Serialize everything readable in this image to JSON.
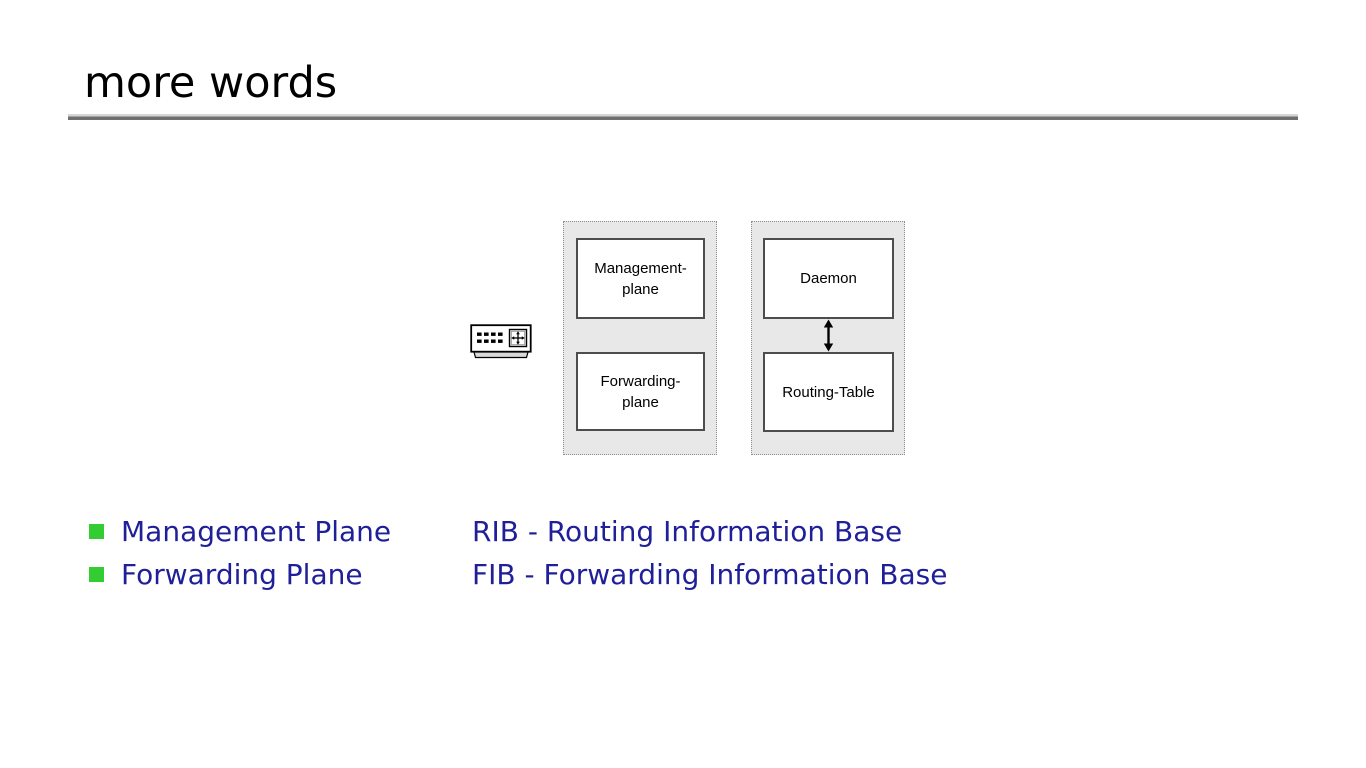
{
  "slide": {
    "title": "more words"
  },
  "diagram": {
    "planes_panel": {
      "boxes": [
        {
          "line1": "Management-",
          "line2": "plane"
        },
        {
          "line1": "Forwarding-",
          "line2": "plane"
        }
      ]
    },
    "daemon_panel": {
      "boxes": [
        {
          "label": "Daemon"
        },
        {
          "label": "Routing-Table"
        }
      ],
      "arrow": "double-headed-vertical-arrow"
    },
    "router_icon": "router-device-icon"
  },
  "bullet_list": [
    {
      "label": "Management Plane"
    },
    {
      "label": "Forwarding Plane"
    }
  ],
  "acronym_list": [
    {
      "label": "RIB - Routing Information Base"
    },
    {
      "label": "FIB - Forwarding Information Base"
    }
  ],
  "colors": {
    "bullet_green": "#33cc33",
    "body_text_blue": "#1f1f99",
    "panel_fill": "#e8e8e8",
    "box_border": "#4d4d4d",
    "rule_top": "#d6d6d6",
    "rule_bottom": "#6f6f6f"
  }
}
